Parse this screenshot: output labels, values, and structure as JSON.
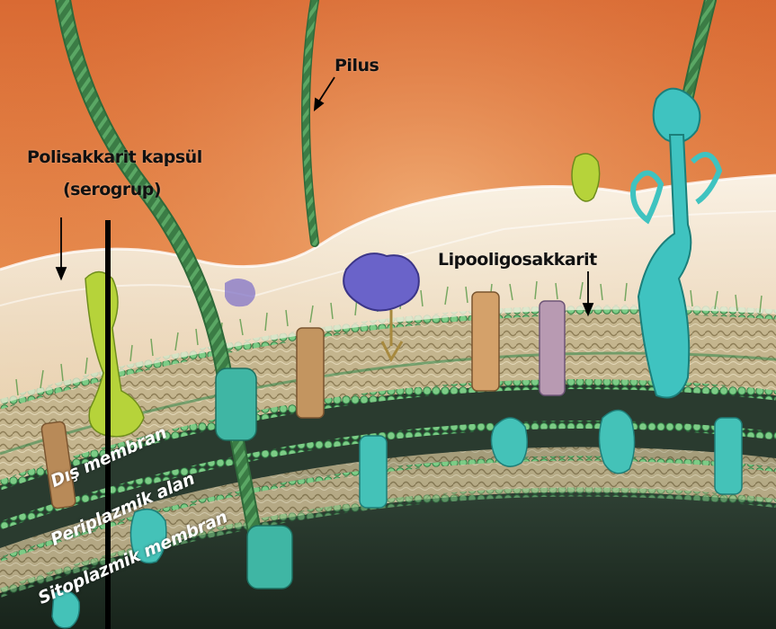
{
  "labels": {
    "pilus": "Pilus",
    "capsule_line1": "Polisakkarit kapsül",
    "capsule_line2": "(serogrup)",
    "lipooligosaccharide": "Lipooligosakkarit",
    "outer_membrane": "Dış membran",
    "periplasm": "Periplazmik alan",
    "cytoplasmic_membrane": "Sitoplazmik membran"
  },
  "colors": {
    "background_top": "#e07a3c",
    "background_bottom": "#f2a865",
    "capsule": "#f3eee2",
    "membrane_green": "#2f8a4a",
    "membrane_bead": "#6ac27a",
    "pilus": "#2f6a3a",
    "protein_teal": "#3fc3c0",
    "protein_purple": "#6a63c9",
    "protein_yellowgreen": "#b4d43a",
    "cytoplasm": "#1f2e24"
  }
}
